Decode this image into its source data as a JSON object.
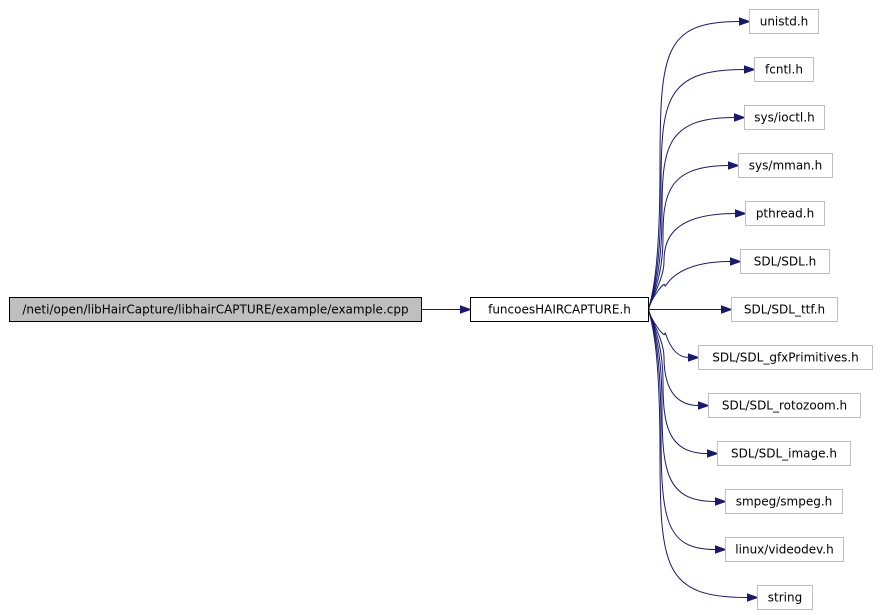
{
  "graph": {
    "colors": {
      "edge": "#191970",
      "root_fill": "#bfbfbf",
      "root_border": "#000000",
      "main_fill": "#ffffff",
      "main_border": "#000000",
      "leaf_fill": "#ffffff",
      "leaf_border": "#bfbfbf",
      "text": "#000000"
    },
    "root": {
      "label": "/neti/open/libHairCapture/libhairCAPTURE/example/example.cpp"
    },
    "main": {
      "label": "funcoesHAIRCAPTURE.h"
    },
    "includes": [
      {
        "label": "unistd.h"
      },
      {
        "label": "fcntl.h"
      },
      {
        "label": "sys/ioctl.h"
      },
      {
        "label": "sys/mman.h"
      },
      {
        "label": "pthread.h"
      },
      {
        "label": "SDL/SDL.h"
      },
      {
        "label": "SDL/SDL_ttf.h"
      },
      {
        "label": "SDL/SDL_gfxPrimitives.h"
      },
      {
        "label": "SDL/SDL_rotozoom.h"
      },
      {
        "label": "SDL/SDL_image.h"
      },
      {
        "label": "smpeg/smpeg.h"
      },
      {
        "label": "linux/videodev.h"
      },
      {
        "label": "string"
      }
    ]
  }
}
